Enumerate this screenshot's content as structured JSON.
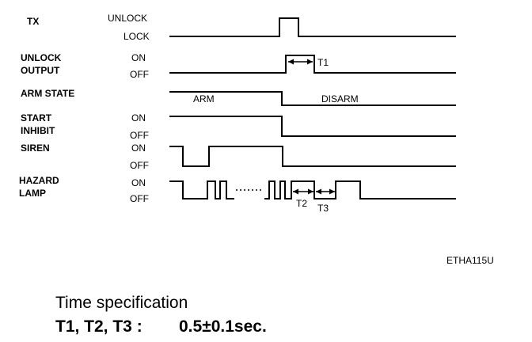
{
  "signals": {
    "tx": {
      "name": "TX",
      "states": [
        "UNLOCK",
        "LOCK"
      ]
    },
    "unlock_output": {
      "name_lines": [
        "UNLOCK",
        "OUTPUT"
      ],
      "states": [
        "ON",
        "OFF"
      ]
    },
    "arm_state": {
      "name": "ARM STATE",
      "values": [
        "ARM",
        "DISARM"
      ]
    },
    "start_inhibit": {
      "name_lines": [
        "START",
        "INHIBIT"
      ],
      "states": [
        "ON",
        "OFF"
      ]
    },
    "siren": {
      "name": "SIREN",
      "states": [
        "ON",
        "OFF"
      ]
    },
    "hazard_lamp": {
      "name_lines": [
        "HAZARD",
        "LAMP"
      ],
      "states": [
        "ON",
        "OFF"
      ]
    }
  },
  "timing_labels": [
    "T1",
    "T2",
    "T3"
  ],
  "figure_code": "ETHA115U",
  "spec": {
    "title": "Time specification",
    "line": "T1, T2, T3 :",
    "value": "0.5±0.1sec."
  },
  "colors": {
    "ink": "#000000",
    "background": "#ffffff"
  }
}
